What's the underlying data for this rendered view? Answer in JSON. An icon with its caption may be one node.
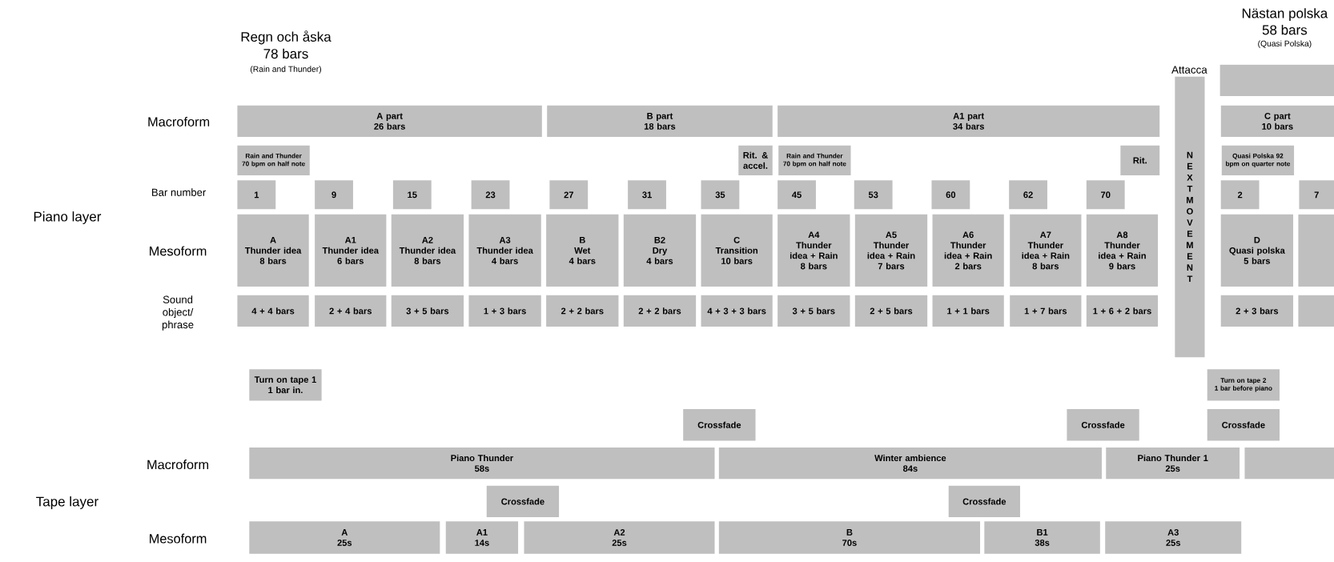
{
  "diagram": {
    "nodes": [
      {
        "text": [],
        "shape": "box"
      },
      {
        "text": [
          "N E X T M O V E M E N T"
        ]
      },
      {
        "text": [
          "A part",
          "26 bars"
        ]
      },
      {
        "text": [
          "B part",
          "18 bars"
        ]
      },
      {
        "text": [
          "A1 part",
          "34 bars"
        ]
      },
      {
        "text": [
          "C part",
          "10 bars"
        ]
      },
      {
        "text": [
          "Rain and Thunder",
          "70 bpm on half note"
        ]
      },
      {
        "text": [
          "Rit. & accel."
        ]
      },
      {
        "text": [
          "Rain and Thunder",
          "70 bpm on half note"
        ]
      },
      {
        "text": [
          "Rit."
        ]
      },
      {
        "text": [
          "Quasi Polska 92 bpm on quarter note"
        ]
      },
      {
        "text": [
          "1"
        ]
      },
      {
        "text": [
          "9"
        ]
      },
      {
        "text": [
          "15"
        ]
      },
      {
        "text": [
          "23"
        ]
      },
      {
        "text": [
          "27"
        ]
      },
      {
        "text": [
          "31"
        ]
      },
      {
        "text": [
          "35"
        ]
      },
      {
        "text": [
          "45"
        ]
      },
      {
        "text": [
          "53"
        ]
      },
      {
        "text": [
          "60"
        ]
      },
      {
        "text": [
          "62"
        ]
      },
      {
        "text": [
          "70"
        ]
      },
      {
        "text": [
          "2"
        ]
      },
      {
        "text": [
          "7"
        ]
      },
      {
        "text": [
          "A",
          "Thunder idea",
          "8 bars"
        ]
      },
      {
        "text": [
          "A1",
          "Thunder idea",
          "6 bars"
        ]
      },
      {
        "text": [
          "A2",
          "Thunder idea",
          "8 bars"
        ]
      },
      {
        "text": [
          "A3",
          "Thunder idea",
          "4 bars"
        ]
      },
      {
        "text": [
          "B",
          "Wet",
          "4 bars"
        ]
      },
      {
        "text": [
          "B2",
          "Dry",
          "4 bars"
        ]
      },
      {
        "text": [
          "C",
          "Transition",
          "10 bars"
        ]
      },
      {
        "text": [
          "A4",
          "Thunder idea + Rain",
          "8 bars"
        ]
      },
      {
        "text": [
          "A5",
          "Thunder idea + Rain",
          "7 bars"
        ]
      },
      {
        "text": [
          "A6",
          "Thunder idea + Rain",
          "2 bars"
        ]
      },
      {
        "text": [
          "A7",
          "Thunder idea + Rain",
          "8 bars"
        ]
      },
      {
        "text": [
          "A8",
          "Thunder idea + Rain",
          "9 bars"
        ]
      },
      {
        "text": [
          "D",
          "Quasi polska",
          "5 bars"
        ]
      },
      {
        "text": [],
        "shape": "box"
      },
      {
        "text": [
          "4 + 4 bars"
        ]
      },
      {
        "text": [
          "2 + 4 bars"
        ]
      },
      {
        "text": [
          "3 + 5 bars"
        ]
      },
      {
        "text": [
          "1 + 3 bars"
        ]
      },
      {
        "text": [
          "2 + 2 bars"
        ]
      },
      {
        "text": [
          "2 + 2 bars"
        ]
      },
      {
        "text": [
          "4 + 3 + 3 bars"
        ]
      },
      {
        "text": [
          "3 + 5 bars"
        ]
      },
      {
        "text": [
          "2 + 5 bars"
        ]
      },
      {
        "text": [
          "1 + 1 bars"
        ]
      },
      {
        "text": [
          "1 + 7 bars"
        ]
      },
      {
        "text": [
          "1 + 6 + 2 bars"
        ]
      },
      {
        "text": [
          "2 + 3 bars"
        ]
      },
      {
        "text": [],
        "shape": "box"
      },
      {
        "text": [
          "Turn on tape 1",
          "1 bar in."
        ]
      },
      {
        "text": [
          "Turn on tape 2",
          "1 bar before piano"
        ]
      },
      {
        "text": [
          "Crossfade"
        ]
      },
      {
        "text": [
          "Crossfade"
        ]
      },
      {
        "text": [
          "Crossfade"
        ]
      },
      {
        "text": [
          "Piano Thunder",
          "58s"
        ]
      },
      {
        "text": [
          "Winter ambience",
          "84s"
        ]
      },
      {
        "text": [
          "Piano Thunder 1",
          "25s"
        ]
      },
      {
        "text": [],
        "shape": "box"
      },
      {
        "text": [
          "Crossfade"
        ]
      },
      {
        "text": [
          "Crossfade"
        ]
      },
      {
        "text": [
          "A",
          "25s"
        ]
      },
      {
        "text": [
          "A1",
          "14s"
        ]
      },
      {
        "text": [
          "A2",
          "25s"
        ]
      },
      {
        "text": [
          "B",
          "70s"
        ]
      },
      {
        "text": [
          "B1",
          "38s"
        ]
      },
      {
        "text": [
          "A3",
          "25s"
        ]
      }
    ],
    "labels": [
      "Nästan polska",
      "58 bars",
      "(Quasi Polska)",
      "Regn och åska",
      "78 bars",
      "(Rain and Thunder)",
      "Attacca",
      "Macroform",
      "Bar number",
      "Piano layer",
      "Mesoform",
      "Sound object/ phrase",
      "Macroform",
      "Tape layer",
      "Mesoform"
    ]
  }
}
